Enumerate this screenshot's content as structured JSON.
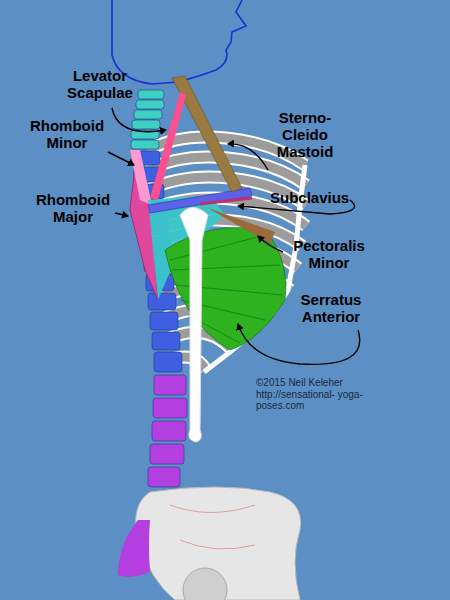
{
  "diagram": {
    "labels": [
      "Levator Scapulae",
      "Rhomboid Minor",
      "Rhomboid Major",
      "Sterno- Cleido Mastoid",
      "Subclavius",
      "Pectoralis Minor",
      "Serratus Anterior",
      "©2015 Neil Keleher",
      "http://sensational- yoga-poses.com"
    ]
  }
}
